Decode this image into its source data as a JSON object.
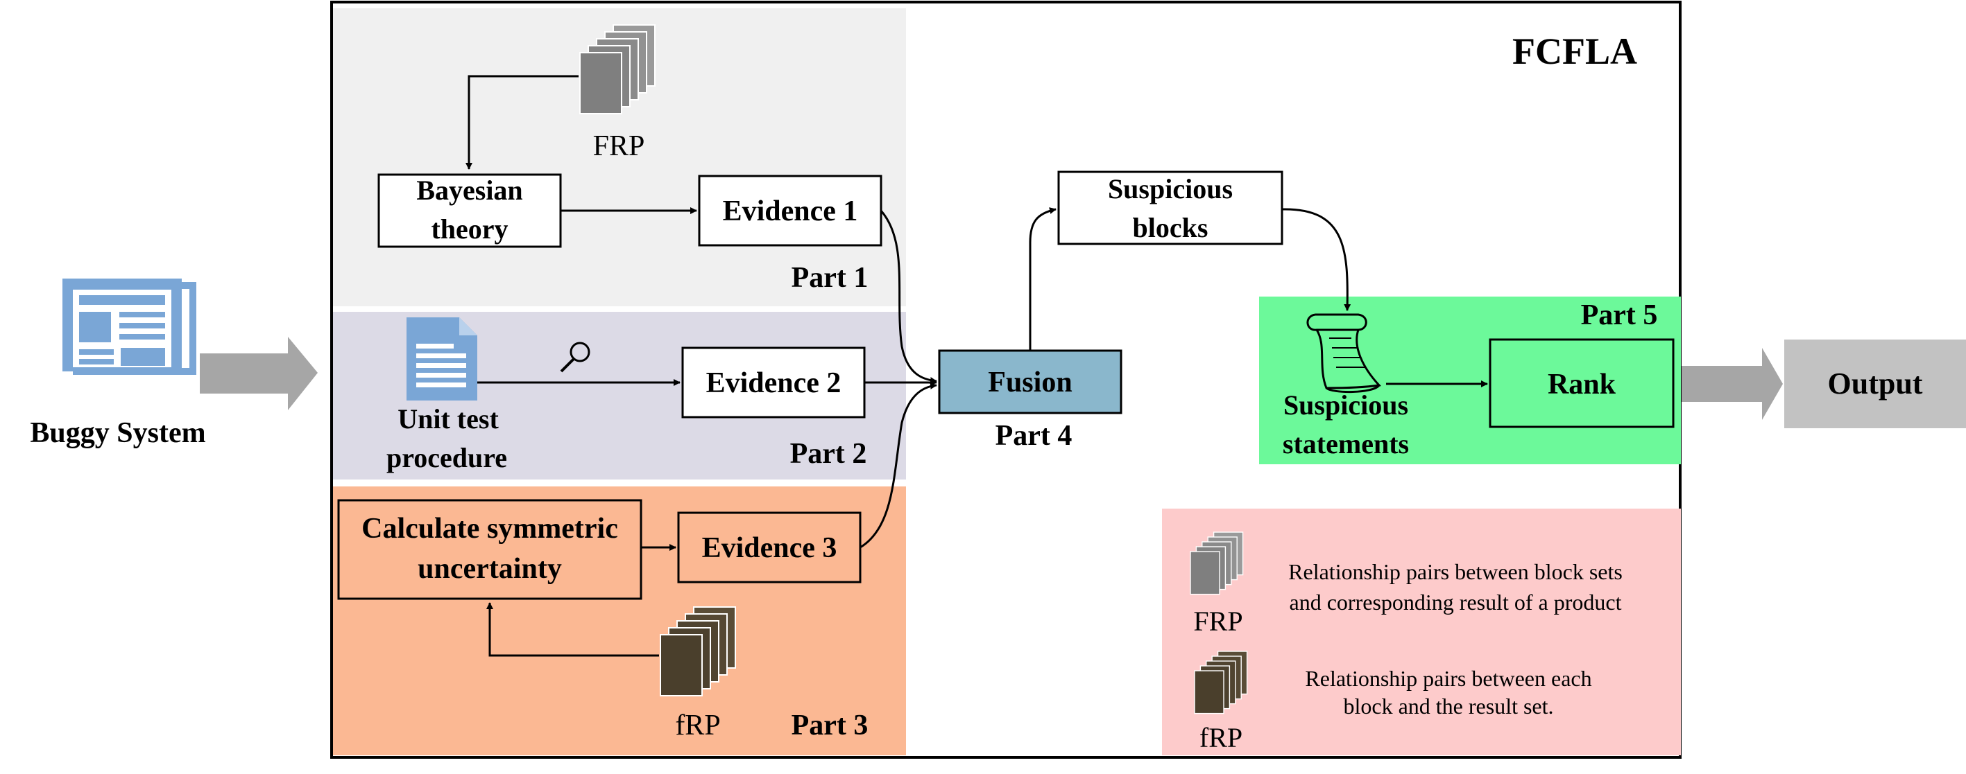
{
  "title": "FCFLA",
  "input": {
    "label": "Buggy System"
  },
  "output": {
    "label": "Output"
  },
  "parts": {
    "part1": {
      "label": "Part 1",
      "bayesian_l1": "Bayesian",
      "bayesian_l2": "theory",
      "frp_label": "FRP",
      "evidence": "Evidence 1"
    },
    "part2": {
      "label": "Part 2",
      "unit_l1": "Unit test",
      "unit_l2": "procedure",
      "evidence": "Evidence 2"
    },
    "part3": {
      "label": "Part 3",
      "calc_l1": "Calculate symmetric",
      "calc_l2": "uncertainty",
      "frp_label": "fRP",
      "evidence": "Evidence 3"
    },
    "part4": {
      "label": "Part 4",
      "fusion": "Fusion"
    },
    "part5": {
      "label": "Part 5",
      "stmt_l1": "Suspicious",
      "stmt_l2": "statements",
      "rank": "Rank"
    }
  },
  "blocks": {
    "l1": "Suspicious",
    "l2": "blocks"
  },
  "legend": {
    "frp_label": "FRP",
    "frp_desc_l1": "Relationship pairs between block sets",
    "frp_desc_l2": "and corresponding result of a product",
    "frp2_label": "fRP",
    "frp2_desc_l1": "Relationship pairs between each",
    "frp2_desc_l2": "block and the result set."
  },
  "colors": {
    "part1_bg": "#f0f0f0",
    "part2_bg": "#dcdae6",
    "part3_bg": "#fbb893",
    "part4_fusion": "#8ab7cc",
    "part5_bg": "#6cf99a",
    "legend_bg": "#fdcbcb",
    "arrow_gray": "#a6a6a6",
    "icon_blue": "#7aa6d6",
    "frp_gray": "#7f7f7f",
    "frp_dark": "#4a3f2c"
  }
}
